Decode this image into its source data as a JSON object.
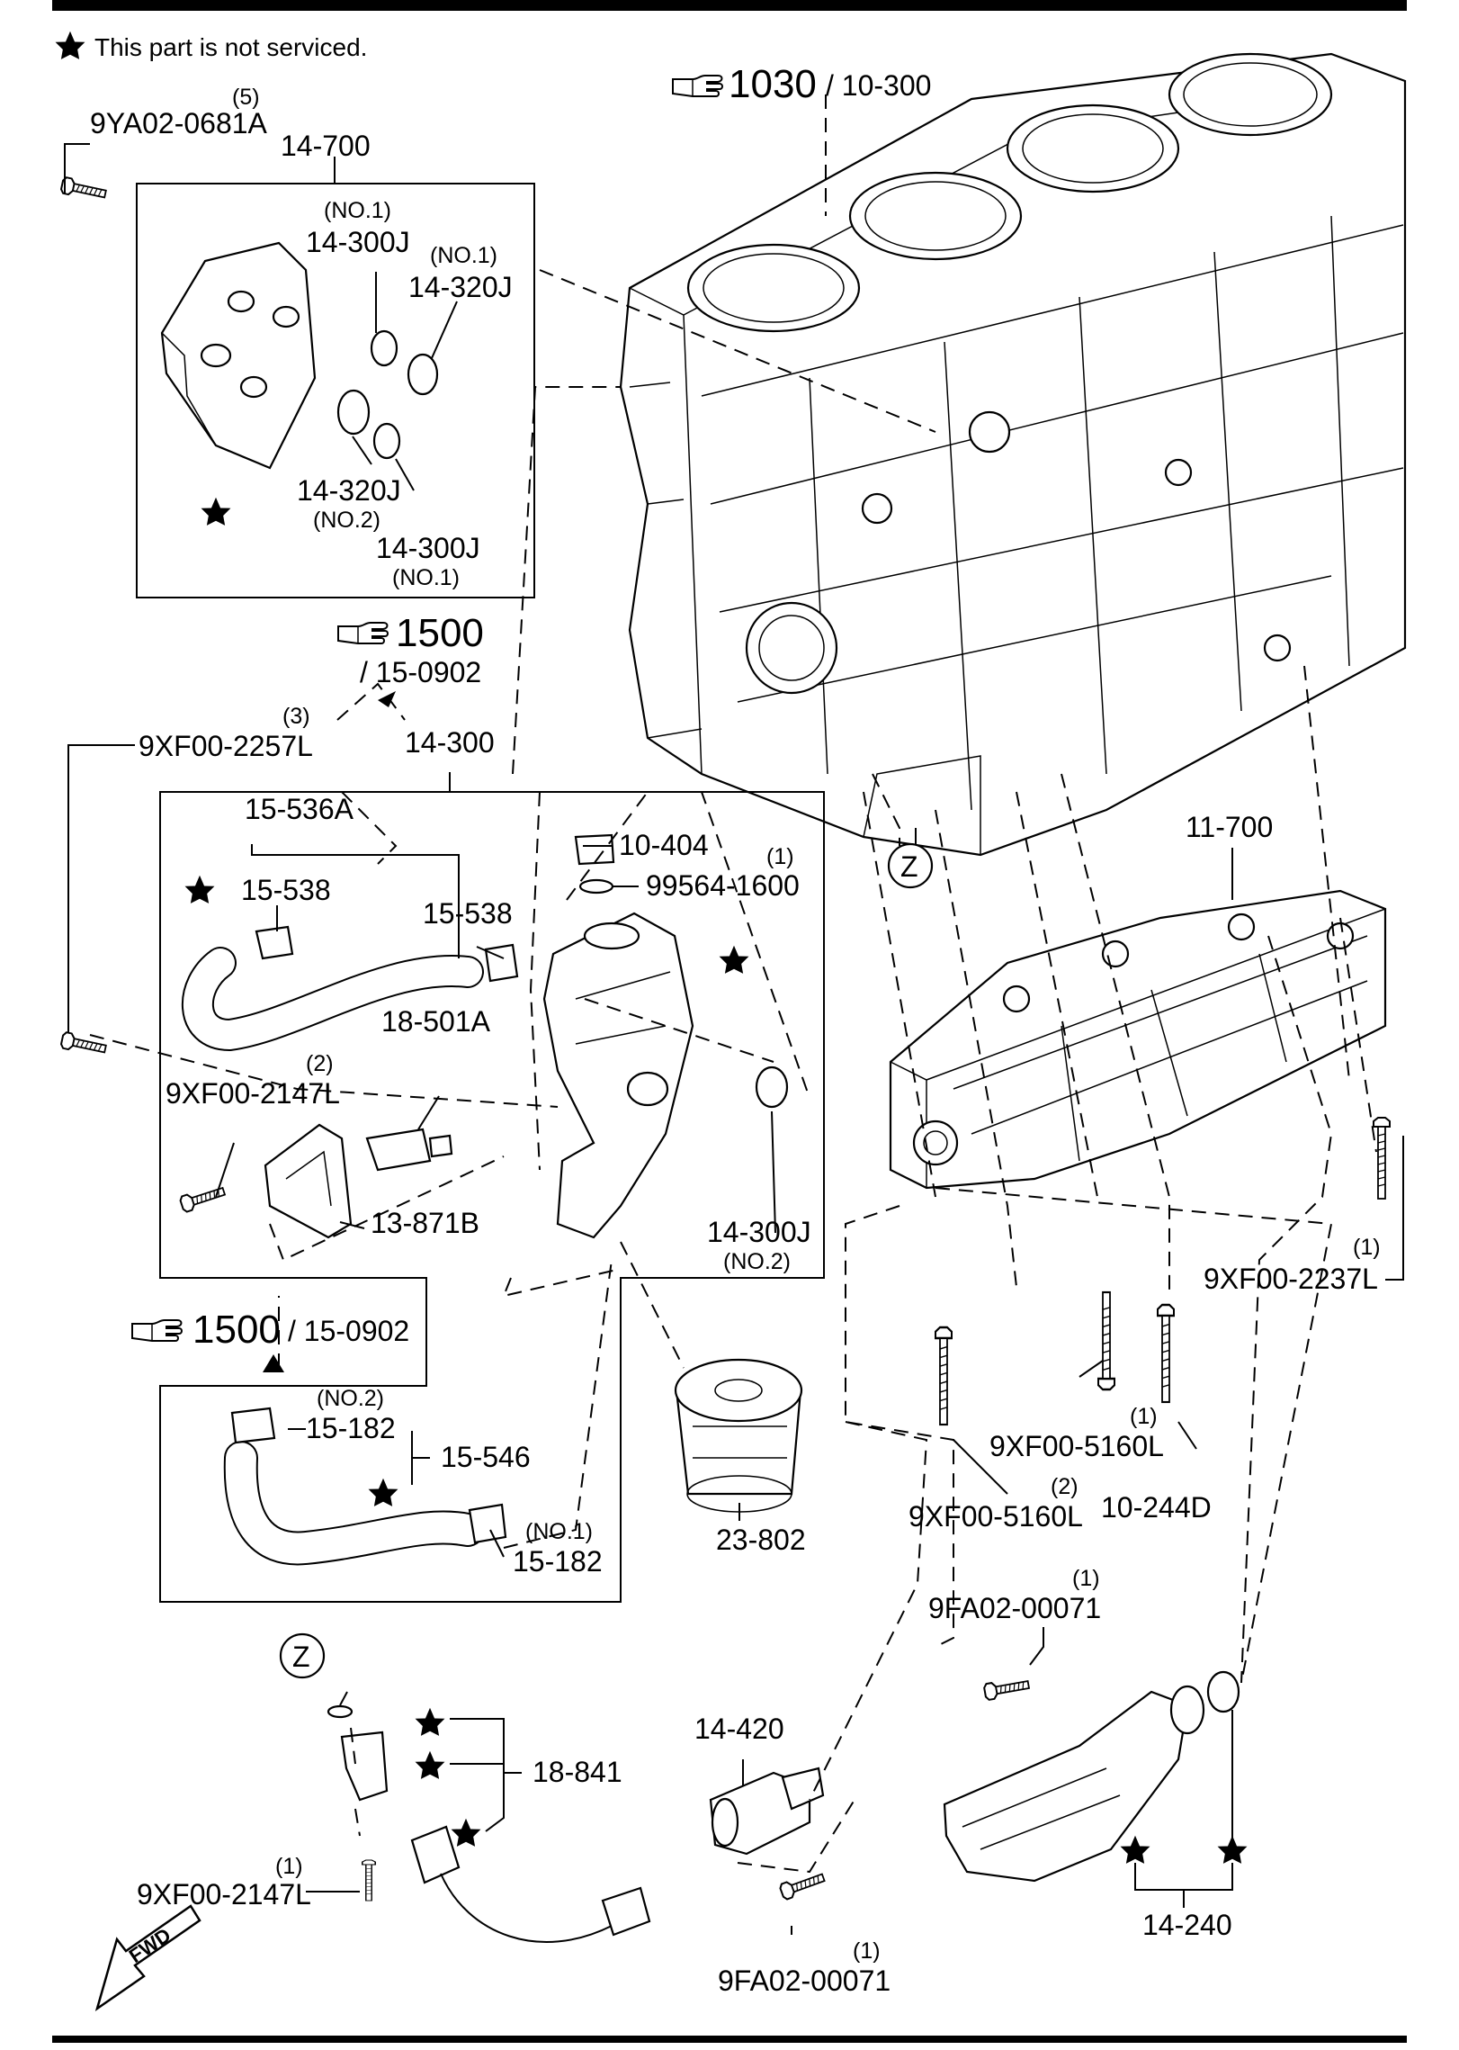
{
  "legend": {
    "star_note": "This part is not serviced."
  },
  "references": {
    "ref_1030": {
      "main": "1030",
      "sub": "/ 10-300"
    },
    "ref_1500_a": {
      "main": "1500",
      "sub": "/ 15-0902"
    },
    "ref_1500_b": {
      "main": "1500",
      "sub": "/ 15-0902"
    }
  },
  "zones": {
    "z_top": "Z",
    "z_bottom": "Z"
  },
  "fwd_label": "FWD",
  "labels": {
    "l_9ya02_qty": "(5)",
    "l_9ya02": "9YA02-0681A",
    "l_14_700": "14-700",
    "l_14_300j_a_qty": "(NO.1)",
    "l_14_300j_a": "14-300J",
    "l_14_320j_a_qty": "(NO.1)",
    "l_14_320j_a": "14-320J",
    "l_14_320j_b": "14-320J",
    "l_14_320j_b_qty": "(NO.2)",
    "l_14_300j_b": "14-300J",
    "l_14_300j_b_qty": "(NO.1)",
    "l_9xf00_2257_qty": "(3)",
    "l_9xf00_2257": "9XF00-2257L",
    "l_14_300": "14-300",
    "l_15_536a": "15-536A",
    "l_15_538_a": "15-538",
    "l_15_538_b": "15-538",
    "l_10_404": "10-404",
    "l_99564_qty": "(1)",
    "l_99564": "99564-1600",
    "l_18_501a": "18-501A",
    "l_9xf00_2147_a_qty": "(2)",
    "l_9xf00_2147_a": "9XF00-2147L",
    "l_13_871b": "13-871B",
    "l_14_300j_c": "14-300J",
    "l_14_300j_c_qty": "(NO.2)",
    "l_11_700": "11-700",
    "l_9xf00_2237_qty": "(1)",
    "l_9xf00_2237": "9XF00-2237L",
    "l_15_182_a_qty": "(NO.2)",
    "l_15_182_a": "15-182",
    "l_15_546": "15-546",
    "l_15_182_b_qty": "(NO.1)",
    "l_15_182_b": "15-182",
    "l_23_802": "23-802",
    "l_9xf00_5160_a_qty": "(1)",
    "l_9xf00_5160_a": "9XF00-5160L",
    "l_9xf00_5160_b_qty": "(2)",
    "l_9xf00_5160_b": "9XF00-5160L",
    "l_10_244d": "10-244D",
    "l_9fa02_a_qty": "(1)",
    "l_9fa02_a": "9FA02-00071",
    "l_14_420": "14-420",
    "l_18_841": "18-841",
    "l_9xf00_2147_b_qty": "(1)",
    "l_9xf00_2147_b": "9XF00-2147L",
    "l_9fa02_b_qty": "(1)",
    "l_9fa02_b": "9FA02-00071",
    "l_14_240": "14-240"
  },
  "icons": [
    "star-icon",
    "pointing-hand-icon",
    "fwd-arrow-icon",
    "zone-circle-icon",
    "bolt-icon"
  ]
}
